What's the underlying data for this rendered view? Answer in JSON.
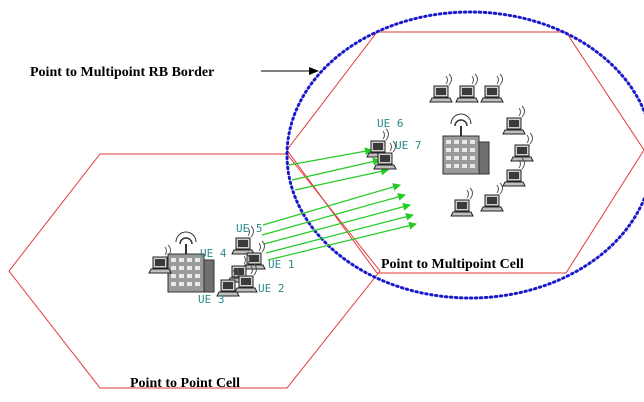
{
  "labels": {
    "rb_border": "Point to Multipoint RB Border",
    "p2mp_cell": "Point to Multipoint Cell",
    "p2p_cell": "Point to Point Cell"
  },
  "ues": [
    {
      "id": "ue1",
      "label": "UE 1"
    },
    {
      "id": "ue2",
      "label": "UE 2"
    },
    {
      "id": "ue3",
      "label": "UE 3"
    },
    {
      "id": "ue4",
      "label": "UE 4"
    },
    {
      "id": "ue5",
      "label": "UE 5"
    },
    {
      "id": "ue6",
      "label": "UE 6"
    },
    {
      "id": "ue7",
      "label": "UE 7"
    }
  ],
  "colors": {
    "hexagon": "#e23a3a",
    "rb_border": "#1a1acc",
    "arrow": "#22cc22",
    "ue_text": "#2a8a8a"
  }
}
